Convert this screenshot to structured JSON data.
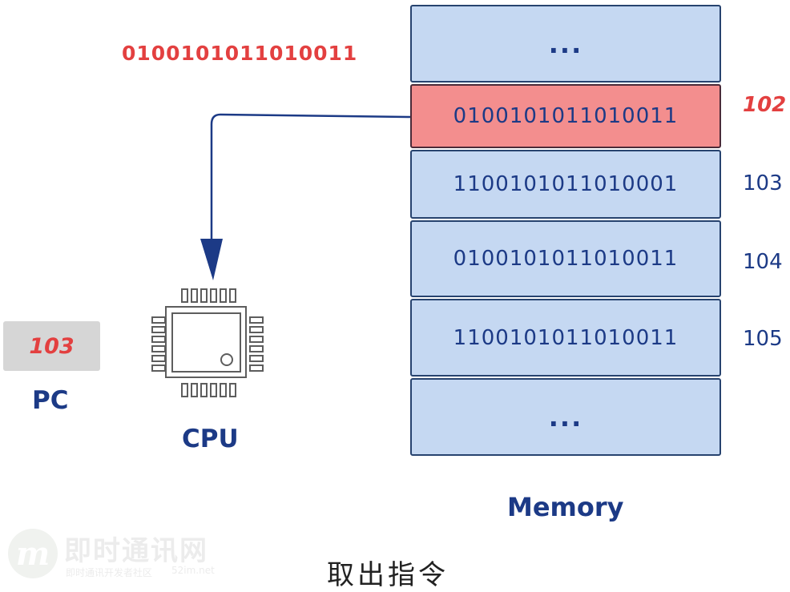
{
  "fetched_word": "0100101011010011",
  "memory": {
    "label": "Memory",
    "cells": [
      {
        "value": "...",
        "address": ""
      },
      {
        "value": "0100101011010011",
        "address": "102"
      },
      {
        "value": "1100101011010001",
        "address": "103"
      },
      {
        "value": "0100101011010011",
        "address": "104"
      },
      {
        "value": "1100101011010011",
        "address": "105"
      },
      {
        "value": "...",
        "address": ""
      }
    ]
  },
  "pc": {
    "label": "PC",
    "value": "103"
  },
  "cpu": {
    "label": "CPU"
  },
  "caption": "取出指令",
  "watermark": {
    "logo": "m",
    "name": "即时通讯网",
    "sub": "即时通讯开发者社区",
    "domain": "52im.net"
  },
  "colors": {
    "accent": "#e34040",
    "ink": "#1c3a86",
    "cell": "#c5d8f2",
    "active_cell": "#f38e8e"
  }
}
